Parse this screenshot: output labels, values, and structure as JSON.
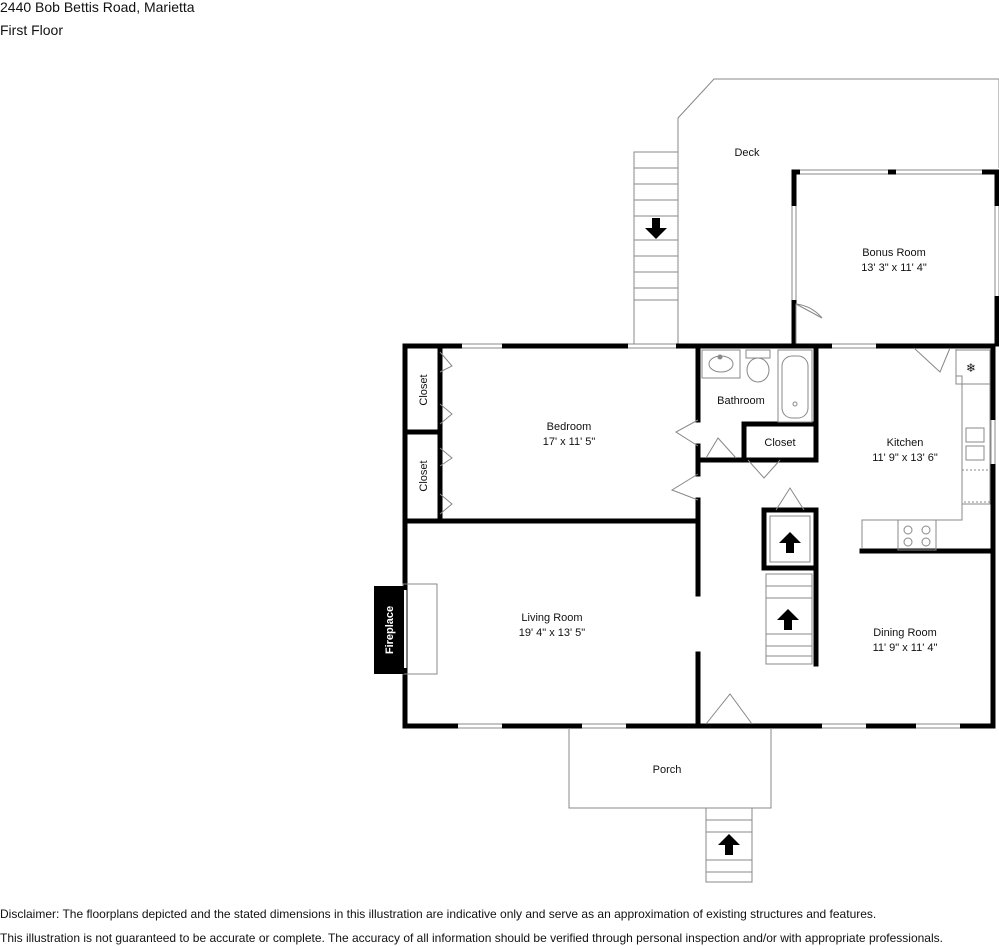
{
  "header": {
    "address": "2440 Bob Bettis Road, Marietta",
    "floor": "First Floor"
  },
  "rooms": {
    "deck": {
      "name": "Deck"
    },
    "bonus_room": {
      "name": "Bonus Room",
      "dimensions": "13' 3\" x 11' 4\""
    },
    "bedroom": {
      "name": "Bedroom",
      "dimensions": "17' x 11' 5\""
    },
    "closet_upper": {
      "name": "Closet"
    },
    "closet_lower": {
      "name": "Closet"
    },
    "bathroom": {
      "name": "Bathroom"
    },
    "closet_bath": {
      "name": "Closet"
    },
    "kitchen": {
      "name": "Kitchen",
      "dimensions": "11' 9\" x 13' 6\""
    },
    "living_room": {
      "name": "Living Room",
      "dimensions": "19' 4\" x 13' 5\""
    },
    "dining_room": {
      "name": "Dining Room",
      "dimensions": "11' 9\" x 11' 4\""
    },
    "fireplace": {
      "name": "Fireplace"
    },
    "porch": {
      "name": "Porch"
    }
  },
  "disclaimer": {
    "line1": "Disclaimer: The floorplans depicted and the stated dimensions in this illustration are indicative only and serve as an approximation of existing structures and features.",
    "line2": "This illustration is not guaranteed to be accurate or complete. The accuracy of all information should be verified through personal inspection and/or with appropriate professionals."
  },
  "colors": {
    "wall": "#000000",
    "outline": "#999999",
    "background": "#ffffff"
  }
}
